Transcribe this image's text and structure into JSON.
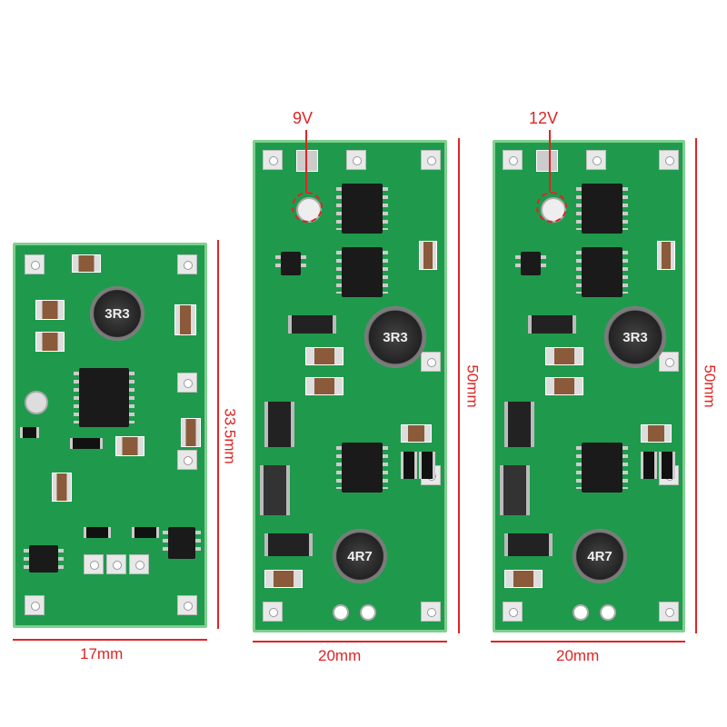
{
  "boards": [
    {
      "name": "small-board",
      "width_label": "17mm",
      "height_label": "33.5mm",
      "inductor": "3R3"
    },
    {
      "name": "9v-board",
      "voltage_label": "9V",
      "width_label": "20mm",
      "height_label": "50mm",
      "inductor_top": "3R3",
      "inductor_bottom": "4R7"
    },
    {
      "name": "12v-board",
      "voltage_label": "12V",
      "width_label": "20mm",
      "height_label": "50mm",
      "inductor_top": "3R3",
      "inductor_bottom": "4R7"
    }
  ],
  "colors": {
    "dimension": "#e02424",
    "pcb": "#1f9a4c"
  }
}
